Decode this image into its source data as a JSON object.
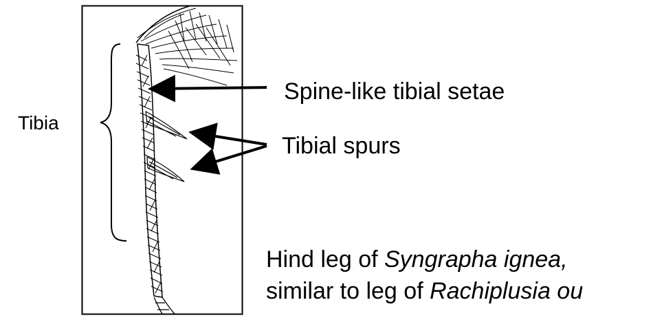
{
  "labels": {
    "tibia": "Tibia",
    "setae": "Spine-like tibial setae",
    "spurs": "Tibial spurs"
  },
  "caption": {
    "line1_prefix": "Hind leg of ",
    "line1_species": "Syngrapha ignea,",
    "line2_prefix": "similar to leg of ",
    "line2_species": "Rachiplusia ou"
  },
  "colors": {
    "ink": "#000000",
    "background": "#ffffff"
  }
}
